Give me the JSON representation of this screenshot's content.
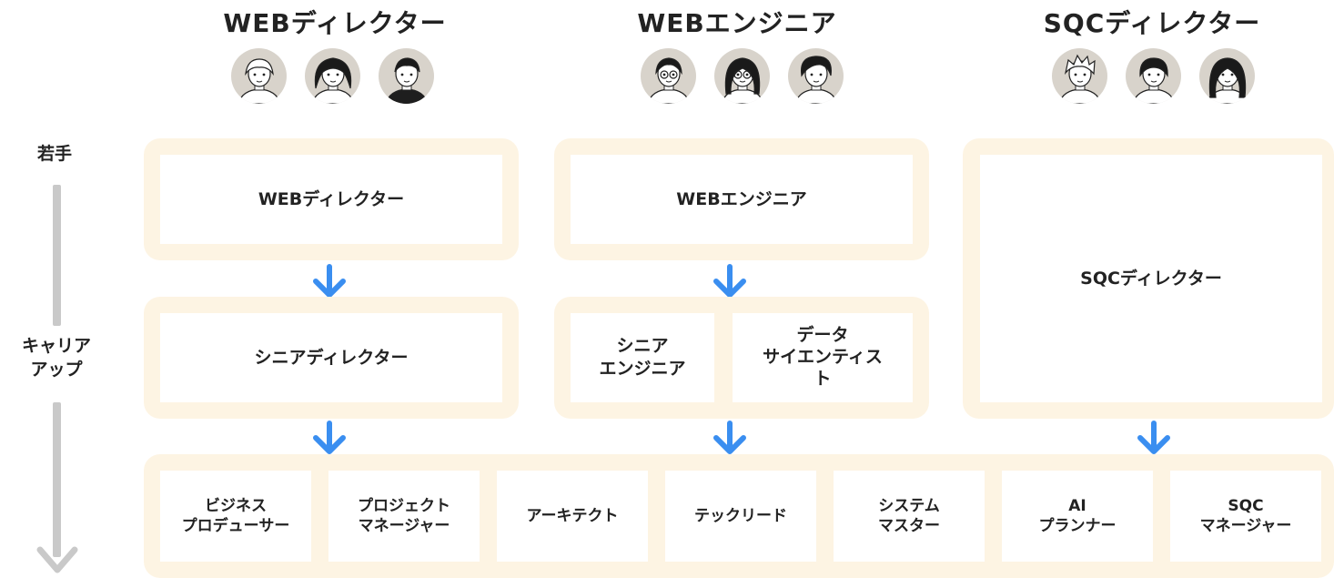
{
  "columns": [
    {
      "title": "WEBディレクター"
    },
    {
      "title": "WEBエンジニア"
    },
    {
      "title": "SQCディレクター"
    }
  ],
  "avatars": [
    {
      "name": "avatar-man-hand-on-face",
      "variant": "m1"
    },
    {
      "name": "avatar-woman-bob-hair",
      "variant": "f1"
    },
    {
      "name": "avatar-man-dark-shirt",
      "variant": "m2"
    },
    {
      "name": "avatar-man-glasses",
      "variant": "m3"
    },
    {
      "name": "avatar-woman-glasses",
      "variant": "f2"
    },
    {
      "name": "avatar-man-curly-hair",
      "variant": "m4"
    },
    {
      "name": "avatar-man-spiky-hair",
      "variant": "m5"
    },
    {
      "name": "avatar-woman-ponytail",
      "variant": "f3"
    },
    {
      "name": "avatar-woman-long-hair",
      "variant": "f4"
    }
  ],
  "timeline": {
    "start_label": "若手",
    "middle_label_line1": "キャリア",
    "middle_label_line2": "アップ"
  },
  "stage1": {
    "web_director": "WEBディレクター",
    "web_engineer": "WEBエンジニア",
    "sqc_director": "SQCディレクター"
  },
  "stage2": {
    "senior_director": "シニアディレクター",
    "senior_engineer_line1": "シニア",
    "senior_engineer_line2": "エンジニア",
    "data_scientist_line1": "データ",
    "data_scientist_line2": "サイエンティス",
    "data_scientist_line3": "ト"
  },
  "stage3": [
    {
      "line1": "ビジネス",
      "line2": "プロデューサー"
    },
    {
      "line1": "プロジェクト",
      "line2": "マネージャー"
    },
    {
      "line1": "アーキテクト",
      "line2": ""
    },
    {
      "line1": "テックリード",
      "line2": ""
    },
    {
      "line1": "システム",
      "line2": "マスター"
    },
    {
      "line1": "AI",
      "line2": "プランナー"
    },
    {
      "line1": "SQC",
      "line2": "マネージャー"
    }
  ],
  "colors": {
    "frame": "#fdf4e3",
    "arrow": "#3a8ef0",
    "timeline": "#c9c9c9",
    "avatar_bg": "#d8d3cb"
  }
}
